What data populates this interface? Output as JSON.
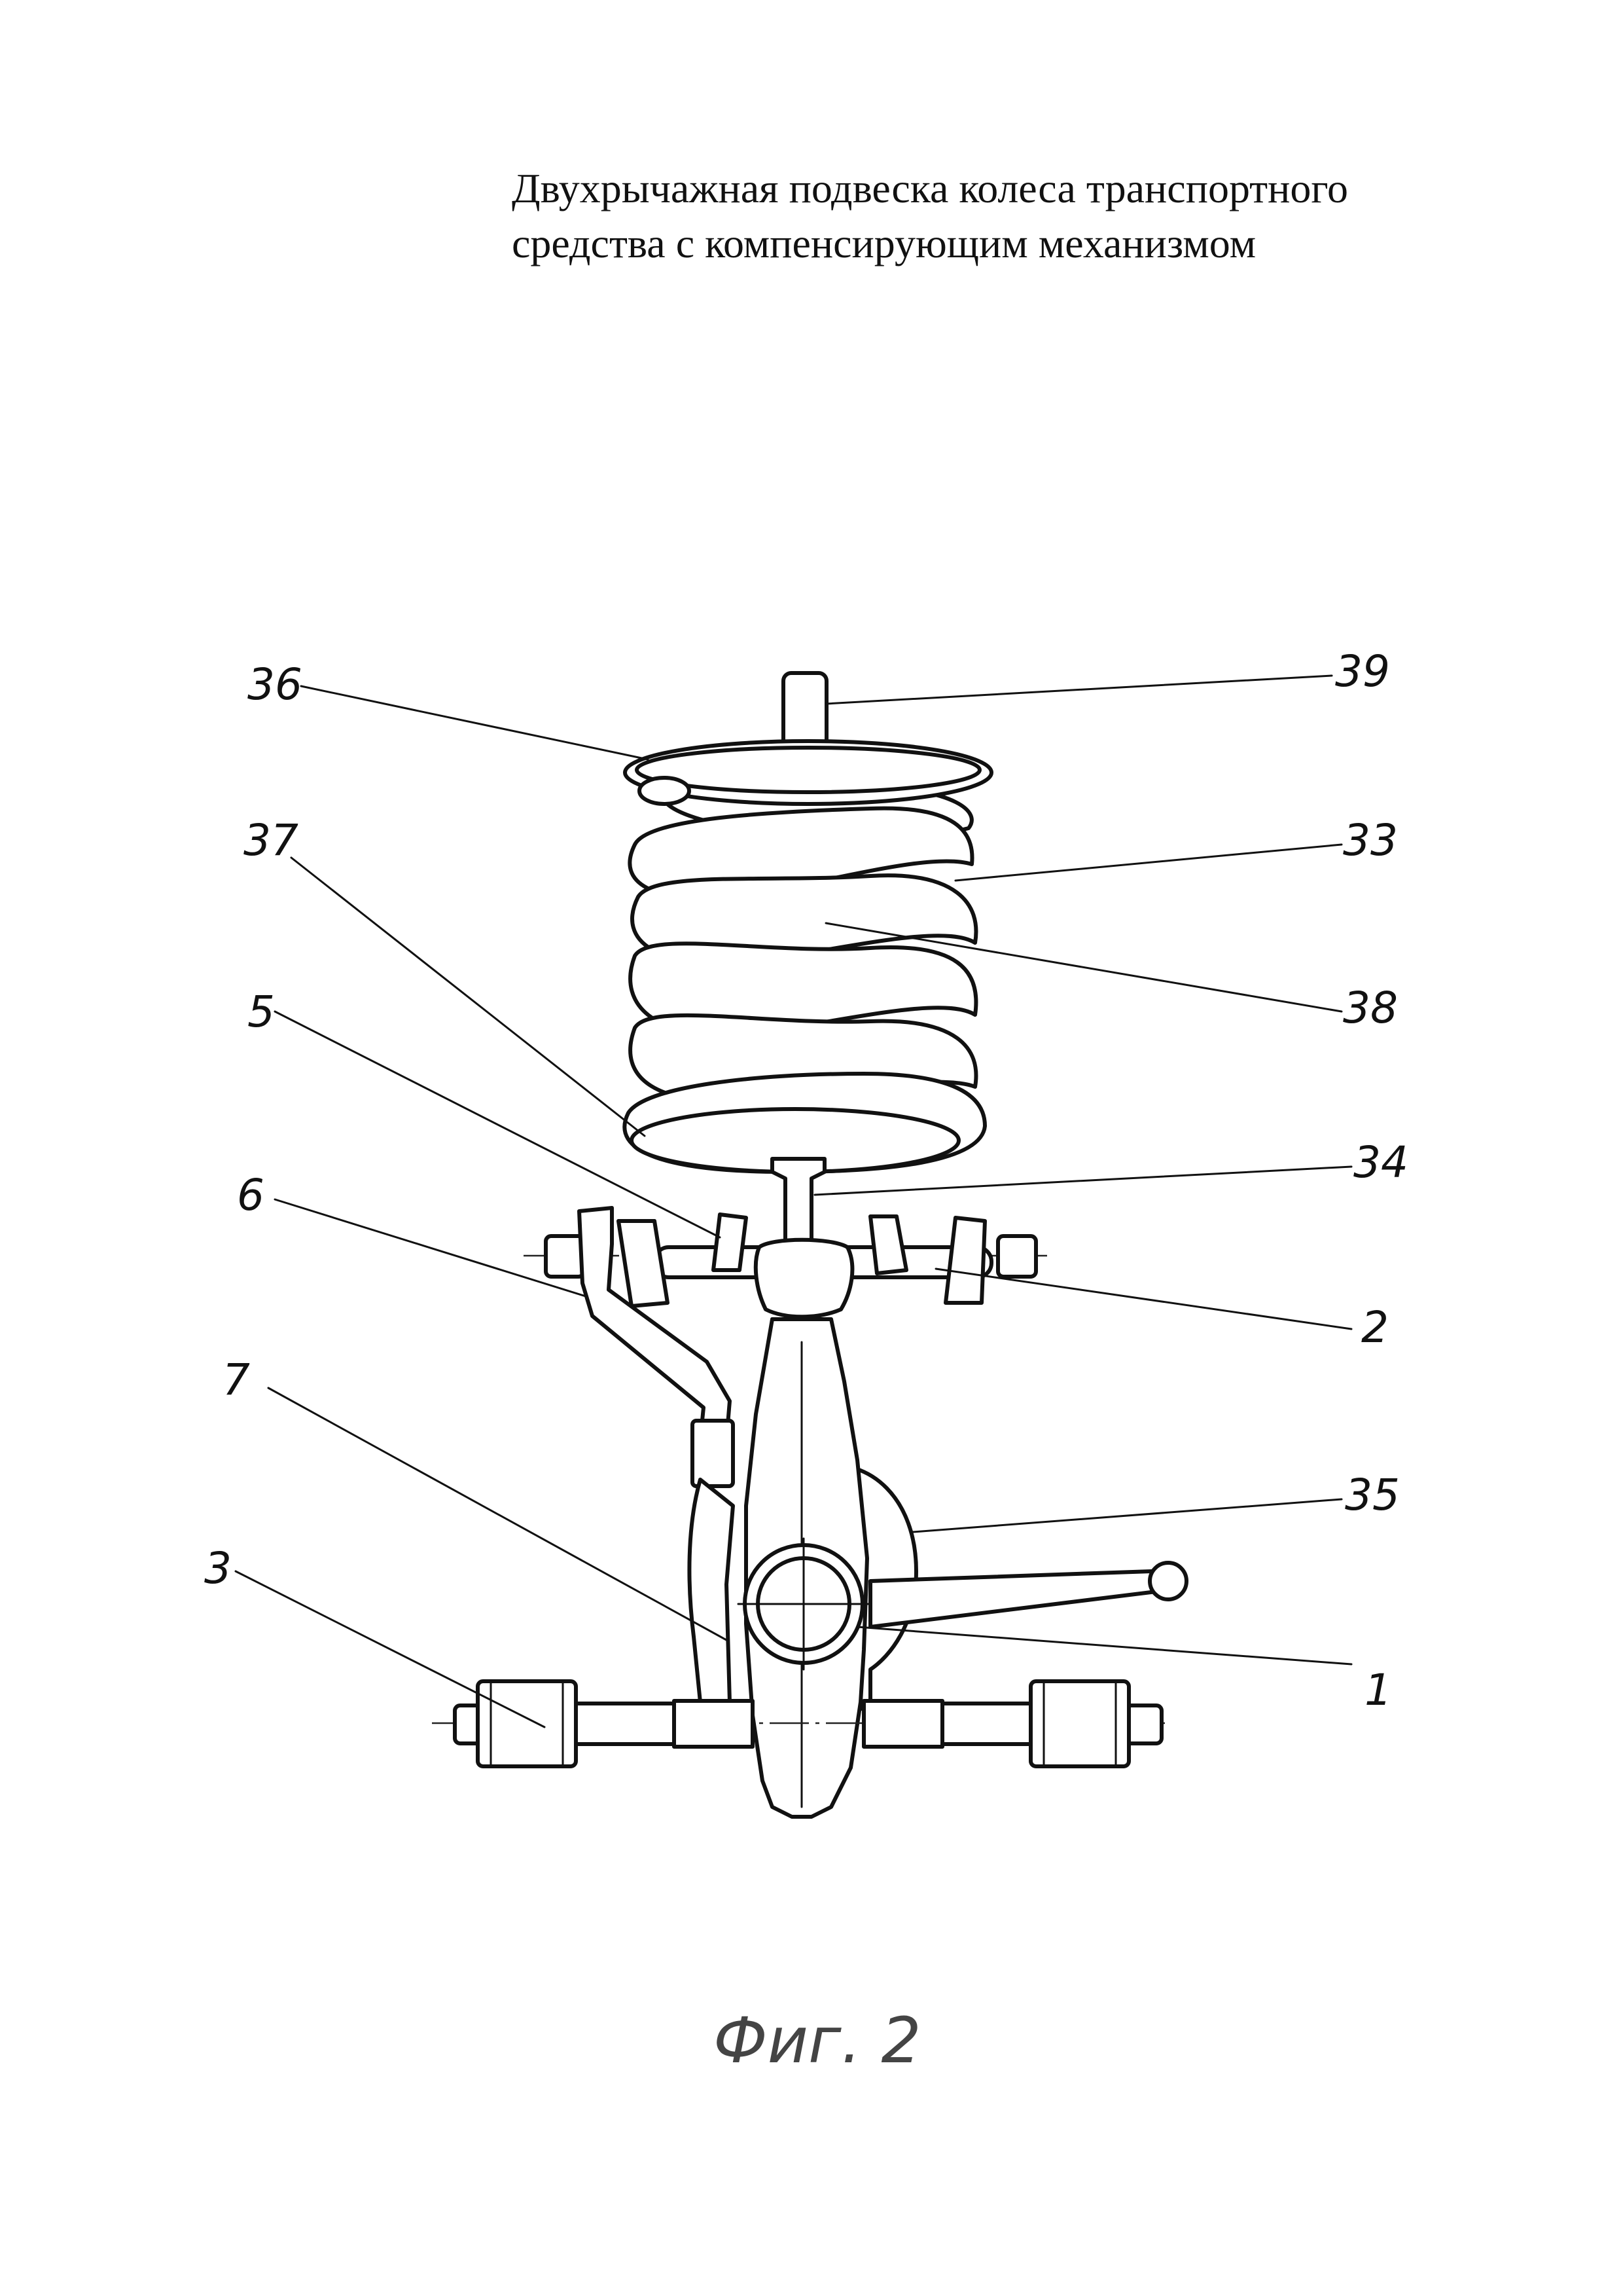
{
  "document": {
    "title_line1": "Двухрычажная подвеска колеса транспортного",
    "title_line2": "средства с  компенсирующим механизмом",
    "figure_caption": "Фиг. 2"
  },
  "callouts": [
    {
      "id": "36",
      "text": "36"
    },
    {
      "id": "39",
      "text": "39"
    },
    {
      "id": "37",
      "text": "37"
    },
    {
      "id": "33",
      "text": "33"
    },
    {
      "id": "38",
      "text": "38"
    },
    {
      "id": "5",
      "text": "5"
    },
    {
      "id": "34",
      "text": "34"
    },
    {
      "id": "6",
      "text": "6"
    },
    {
      "id": "2",
      "text": "2"
    },
    {
      "id": "7",
      "text": "7"
    },
    {
      "id": "35",
      "text": "35"
    },
    {
      "id": "3",
      "text": "3"
    },
    {
      "id": "1",
      "text": "1"
    }
  ]
}
